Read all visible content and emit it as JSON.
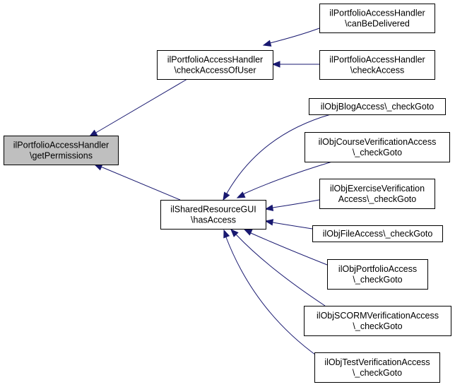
{
  "nodes": {
    "getPermissions": {
      "lines": [
        "ilPortfolioAccessHandler",
        "\\getPermissions"
      ]
    },
    "checkAccessOfUser": {
      "lines": [
        "ilPortfolioAccessHandler",
        "\\checkAccessOfUser"
      ]
    },
    "canBeDelivered": {
      "lines": [
        "ilPortfolioAccessHandler",
        "\\canBeDelivered"
      ]
    },
    "checkAccess": {
      "lines": [
        "ilPortfolioAccessHandler",
        "\\checkAccess"
      ]
    },
    "hasAccess": {
      "lines": [
        "ilSharedResourceGUI",
        "\\hasAccess"
      ]
    },
    "blog": {
      "lines": [
        "ilObjBlogAccess\\_checkGoto"
      ]
    },
    "course": {
      "lines": [
        "ilObjCourseVerificationAccess",
        "\\_checkGoto"
      ]
    },
    "exercise": {
      "lines": [
        "ilObjExerciseVerification",
        "Access\\_checkGoto"
      ]
    },
    "file": {
      "lines": [
        "ilObjFileAccess\\_checkGoto"
      ]
    },
    "portfolio": {
      "lines": [
        "ilObjPortfolioAccess",
        "\\_checkGoto"
      ]
    },
    "scorm": {
      "lines": [
        "ilObjSCORMVerificationAccess",
        "\\_checkGoto"
      ]
    },
    "test": {
      "lines": [
        "ilObjTestVerificationAccess",
        "\\_checkGoto"
      ]
    }
  },
  "edges": [
    {
      "from": "checkAccessOfUser",
      "to": "getPermissions"
    },
    {
      "from": "canBeDelivered",
      "to": "checkAccessOfUser"
    },
    {
      "from": "checkAccess",
      "to": "checkAccessOfUser"
    },
    {
      "from": "hasAccess",
      "to": "getPermissions"
    },
    {
      "from": "blog",
      "to": "hasAccess"
    },
    {
      "from": "course",
      "to": "hasAccess"
    },
    {
      "from": "exercise",
      "to": "hasAccess"
    },
    {
      "from": "file",
      "to": "hasAccess"
    },
    {
      "from": "portfolio",
      "to": "hasAccess"
    },
    {
      "from": "scorm",
      "to": "hasAccess"
    },
    {
      "from": "test",
      "to": "hasAccess"
    }
  ],
  "colors": {
    "edge": "#191970",
    "root_fill": "#bfbfbf",
    "node_fill": "#ffffff",
    "node_stroke": "#000000"
  }
}
